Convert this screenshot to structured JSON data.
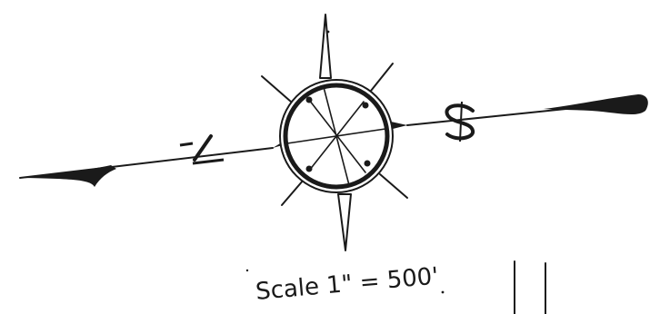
{
  "diagram": {
    "north_letter": "N",
    "south_letter": "S",
    "scale_label": "Scale 1\" = 500'"
  },
  "colors": {
    "ink": "#1a1a1a",
    "paper": "#ffffff"
  },
  "icons": {
    "compass": "compass-rose-icon",
    "needle": "meridian-needle-icon"
  }
}
